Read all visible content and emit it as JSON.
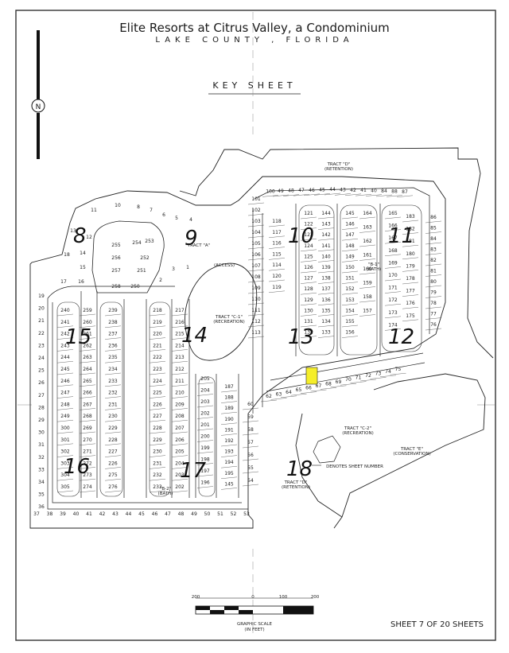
{
  "title": "Elite Resorts at Citrus Valley, a Condominium",
  "subtitle": "LAKE   COUNTY   ,   FLORIDA",
  "key_sheet": "KEY  SHEET",
  "north_label": "N",
  "sheet_label": "SHEET 7 OF 20 SHEETS",
  "scale": {
    "ticks": [
      "200",
      "0",
      "100",
      "200"
    ],
    "caption": "GRAPHIC SCALE",
    "units": "(IN FEET)"
  },
  "highlight_color": "#f5ee2a",
  "highlighted_lot": "66",
  "sheet_numbers": [
    "8",
    "9",
    "10",
    "11",
    "12",
    "13",
    "14",
    "15",
    "16",
    "17",
    "18"
  ],
  "tracts": [
    {
      "name": "TRACT \"D\"",
      "use": "(RETENTION)"
    },
    {
      "name": "TRACT \"A\"",
      "use": ""
    },
    {
      "name": "(ACCESS)",
      "use": ""
    },
    {
      "name": "TRACT \"C-1\"",
      "use": "(RECREATION)"
    },
    {
      "name": "\"B-1\"",
      "use": "(BATH)"
    },
    {
      "name": "TRACT \"C-2\"",
      "use": "(RECREATION)"
    },
    {
      "name": "TRACT \"E\"",
      "use": "(CONSERVATION)"
    },
    {
      "name": "TRACT \"D\"",
      "use": "(RETENTION)"
    },
    {
      "name": "\"B-2\"",
      "use": "(BATH)"
    }
  ],
  "legend_note": "DENOTES SHEET NUMBER",
  "lot_rows": {
    "top_arc": [
      "100",
      "49",
      "48",
      "47",
      "46",
      "45",
      "44",
      "43",
      "42",
      "41",
      "40",
      "84",
      "88",
      "87"
    ],
    "bottom_row": [
      "37",
      "38",
      "39",
      "40",
      "41",
      "42",
      "43",
      "44",
      "45",
      "46",
      "47",
      "48",
      "49",
      "50",
      "51",
      "52",
      "53"
    ],
    "left_col": [
      "19",
      "20",
      "21",
      "22",
      "23",
      "24",
      "25",
      "26",
      "27",
      "28",
      "29",
      "30",
      "31",
      "32",
      "33",
      "34",
      "35",
      "36"
    ],
    "col_240": [
      "240",
      "241",
      "242",
      "243",
      "244",
      "245",
      "246",
      "247",
      "248",
      "249",
      "300",
      "301",
      "302",
      "303",
      "304",
      "305"
    ],
    "col_259": [
      "259",
      "260",
      "261",
      "262",
      "263",
      "264",
      "265",
      "266",
      "267",
      "268",
      "269",
      "270",
      "271",
      "272",
      "273",
      "274"
    ],
    "col_239": [
      "239",
      "238",
      "237",
      "236",
      "235",
      "234",
      "233",
      "232",
      "231",
      "230",
      "229",
      "228",
      "227",
      "226",
      "275",
      "276"
    ],
    "col_218": [
      "218",
      "219",
      "220",
      "221",
      "222",
      "223",
      "224",
      "225",
      "226",
      "227",
      "228",
      "229",
      "230",
      "231",
      "232",
      "233"
    ],
    "col_217": [
      "217",
      "216",
      "215",
      "214",
      "213",
      "212",
      "211",
      "210",
      "209",
      "208",
      "207",
      "206",
      "205",
      "204",
      "203",
      "202"
    ],
    "col_205": [
      "205",
      "204",
      "203",
      "202",
      "201",
      "200",
      "199",
      "198",
      "197",
      "196"
    ],
    "col_189": [
      "187",
      "188",
      "189",
      "190",
      "191",
      "192",
      "193",
      "194",
      "195",
      "145"
    ],
    "col_60": [
      "60",
      "59",
      "58",
      "57",
      "56",
      "55",
      "54"
    ],
    "row_mid": [
      "62",
      "63",
      "64",
      "65",
      "66",
      "67",
      "68",
      "69",
      "70",
      "71",
      "72",
      "73",
      "74",
      "75"
    ],
    "col_121": [
      "121",
      "122",
      "123",
      "124",
      "125",
      "126",
      "127",
      "128",
      "129",
      "130",
      "131",
      "132"
    ],
    "col_144": [
      "144",
      "143",
      "142",
      "141",
      "140",
      "139",
      "138",
      "137",
      "136",
      "135",
      "134",
      "133"
    ],
    "col_145": [
      "145",
      "146",
      "147",
      "148",
      "149",
      "150",
      "151",
      "152",
      "153",
      "154",
      "155",
      "156"
    ],
    "col_164": [
      "164",
      "163",
      "162",
      "161",
      "160",
      "159",
      "158",
      "157"
    ],
    "col_165": [
      "165",
      "166",
      "167",
      "168",
      "169",
      "170",
      "171",
      "172",
      "173",
      "174"
    ],
    "col_183": [
      "183",
      "182",
      "181",
      "180",
      "179",
      "178",
      "177",
      "176",
      "175"
    ],
    "col_86": [
      "86",
      "85",
      "84",
      "83",
      "82",
      "81",
      "80",
      "79",
      "78",
      "77",
      "76"
    ],
    "col_101": [
      "101",
      "102",
      "103",
      "104",
      "105",
      "106",
      "107",
      "108",
      "109",
      "110",
      "111",
      "112",
      "113"
    ],
    "col_118": [
      "118",
      "117",
      "116",
      "115",
      "114",
      "120",
      "119"
    ],
    "cul_253": [
      "255",
      "254",
      "253",
      "256",
      "252",
      "257",
      "251",
      "258",
      "250"
    ],
    "top_left": [
      "11",
      "10",
      "8",
      "7",
      "6",
      "5",
      "4",
      "3",
      "2",
      "1",
      "14",
      "15",
      "16",
      "17",
      "18",
      "12",
      "13"
    ]
  }
}
